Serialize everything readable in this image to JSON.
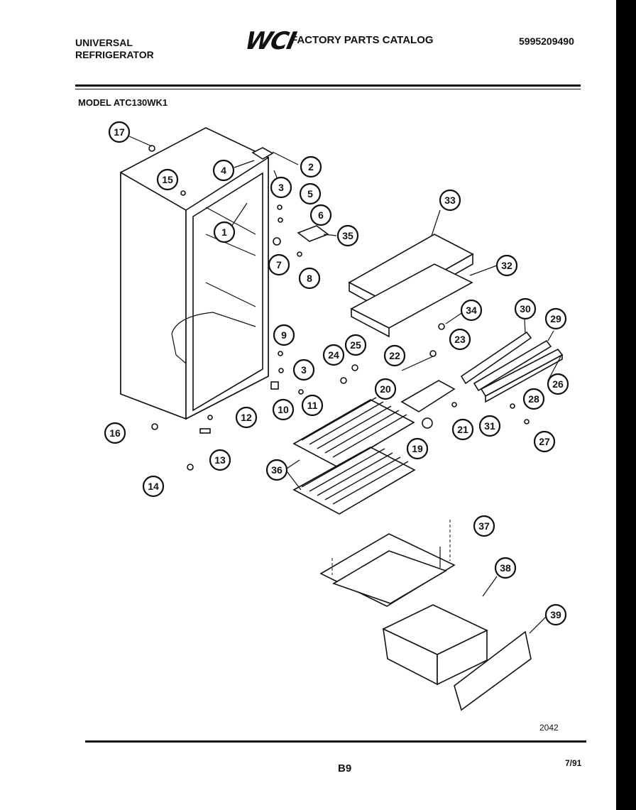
{
  "header": {
    "brand_line1": "UNIVERSAL",
    "brand_line2": "REFRIGERATOR",
    "logo": "WCI",
    "catalog_title": "FACTORY PARTS CATALOG",
    "catalog_number": "5995209490",
    "model": "MODEL ATC130WK1"
  },
  "callouts": [
    "17",
    "4",
    "2",
    "15",
    "3",
    "5",
    "6",
    "1",
    "35",
    "7",
    "8",
    "33",
    "32",
    "34",
    "30",
    "29",
    "9",
    "3",
    "24",
    "25",
    "23",
    "22",
    "26",
    "20",
    "28",
    "10",
    "11",
    "12",
    "16",
    "21",
    "31",
    "19",
    "27",
    "13",
    "36",
    "14",
    "37",
    "38",
    "39"
  ],
  "footer": {
    "diagram_code": "2042",
    "page": "B9",
    "date": "7/91"
  }
}
